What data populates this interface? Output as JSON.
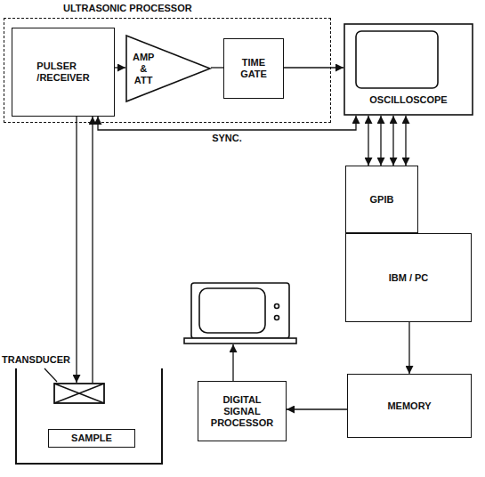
{
  "diagram": {
    "nodes": [
      {
        "text": [
          "ULTRASONIC PROCESSOR"
        ]
      },
      {
        "text": [
          "PULSER /RECEIVER"
        ],
        "in": 0
      },
      {
        "text": [
          "AMP & ATT"
        ],
        "in": 0
      },
      {
        "text": [
          "TIME GATE"
        ],
        "in": 0
      },
      {
        "text": [
          "OSCILLOSCOPE"
        ]
      },
      {
        "text": [
          "GPIB"
        ]
      },
      {
        "text": [
          "IBM / PC"
        ]
      },
      {
        "text": [
          "TRANSDUCER"
        ]
      },
      {
        "text": [
          "SAMPLE"
        ]
      },
      {
        "text": [
          "DIGITAL SIGNAL PROCESSOR"
        ]
      },
      {
        "text": [
          "MEMORY"
        ]
      }
    ],
    "edges": [
      {
        "from": 1,
        "to": 2,
        "arrow": "to"
      },
      {
        "from": 2,
        "to": 3,
        "arrow": "none"
      },
      {
        "from": 3,
        "to": 4,
        "arrow": "to"
      },
      {
        "from": 1,
        "to": 4,
        "label": "SYNC.",
        "arrow": "both"
      },
      {
        "from": 4,
        "to": 5,
        "arrow": "both"
      },
      {
        "from": 4,
        "to": 5,
        "arrow": "both"
      },
      {
        "from": 4,
        "to": 5,
        "arrow": "both"
      },
      {
        "from": 4,
        "to": 5,
        "arrow": "both"
      },
      {
        "from": 1,
        "to": 7,
        "arrow": "to"
      },
      {
        "from": 7,
        "to": 1,
        "arrow": "to"
      },
      {
        "from": 6,
        "to": 10,
        "arrow": "to"
      },
      {
        "from": 10,
        "to": 9,
        "arrow": "to"
      }
    ]
  }
}
